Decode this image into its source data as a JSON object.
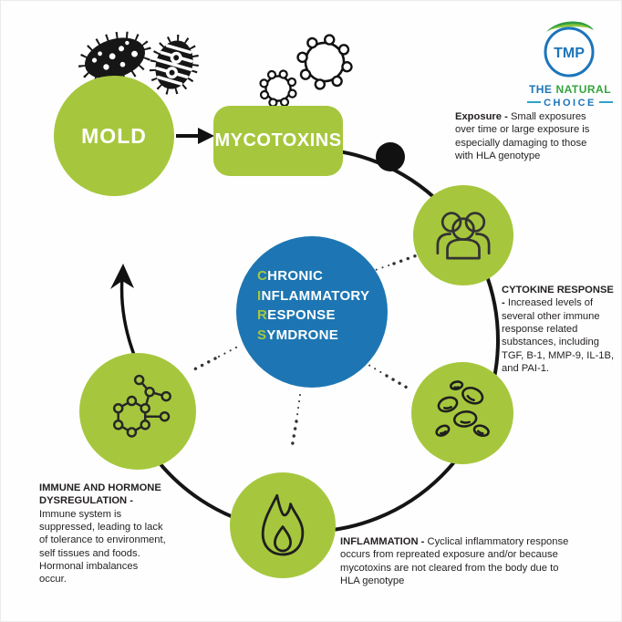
{
  "colors": {
    "accent_green": "#a6c73d",
    "accent_blue": "#1d76b3",
    "logo_blue": "#1b75bb",
    "logo_green": "#35a33f",
    "line_black": "#111111",
    "text_dark": "#231f20"
  },
  "logo": {
    "monogram": "TMP",
    "tagline_the": "THE",
    "tagline_natural": "NATURAL",
    "tagline_choice": "CHOICE"
  },
  "flow": {
    "mold_label": "MOLD",
    "mycotoxins_label": "MYCOTOXINS",
    "center": {
      "lines": [
        {
          "first": "C",
          "rest": "HRONIC"
        },
        {
          "first": "I",
          "rest": "NFLAMMATORY"
        },
        {
          "first": "R",
          "rest": "ESPONSE"
        },
        {
          "first": "S",
          "rest": "YMDRONE"
        }
      ]
    }
  },
  "annotations": {
    "exposure": {
      "title": "Exposure -",
      "body": "Small exposures over time or large exposure is especially damaging to those with HLA genotype"
    },
    "cytokine": {
      "title": "CYTOKINE RESPONSE -",
      "body": "Increased levels of several other immune response related substances, including TGF, B-1, MMP-9, IL-1B, and PAI-1."
    },
    "inflammation": {
      "title": "INFLAMMATION -",
      "body": "Cyclical inflammatory response occurs from repreated exposure and/or because mycotoxins are not cleared from the body due to HLA genotype"
    },
    "immune": {
      "title": "IMMUNE AND HORMONE DYSREGULATION -",
      "body": "Immune system is suppressed, leading to lack of tolerance to environment, self tissues and foods. Hormonal imbalances occur."
    }
  },
  "icons": {
    "bacteria-icon": "spiked black oval with dots",
    "striped-bacteria-icon": "spiked black oval with white bands",
    "virus-icon": "outlined spiky blob",
    "people-group-icon": "three person outline",
    "blood-cells-icon": "scattered oval cells outline",
    "flame-icon": "flame outline",
    "molecule-icon": "hexagon molecule nodes",
    "leaf-icon": "green leaf swoosh",
    "exposure-node-icon": "solid black dot",
    "arrow-icon": "solid black arrow"
  }
}
